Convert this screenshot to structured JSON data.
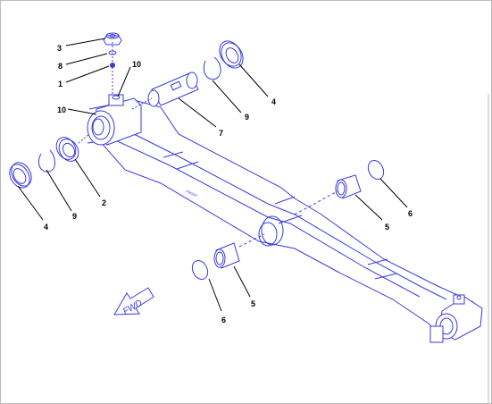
{
  "diagram": {
    "callouts": [
      "3",
      "8",
      "1",
      "10",
      "10",
      "4",
      "9",
      "7",
      "4",
      "9",
      "2",
      "5",
      "6",
      "5",
      "6"
    ],
    "fwd_label": "FWD",
    "stamp_text": "FRONT",
    "colors": {
      "line": "#3a3ae0",
      "callout": "#000000",
      "background": "#ffffff",
      "border": "#bbbbbb"
    }
  }
}
